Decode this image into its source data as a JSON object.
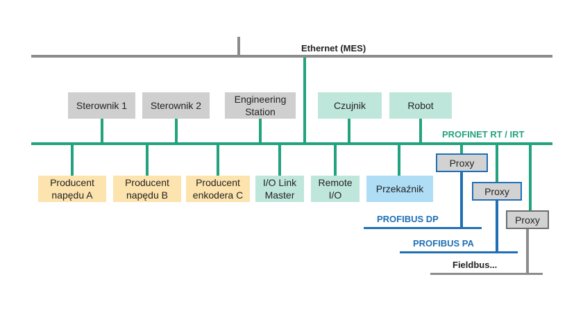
{
  "networks": {
    "ethernet": "Ethernet (MES)",
    "profinet": "PROFINET RT / IRT",
    "profibus_dp": "PROFIBUS DP",
    "profibus_pa": "PROFIBUS PA",
    "fieldbus": "Fieldbus..."
  },
  "upper_devices": [
    {
      "label": "Sterownik 1"
    },
    {
      "label": "Sterownik 2"
    },
    {
      "label": "Engineering\nStation"
    },
    {
      "label": "Czujnik"
    },
    {
      "label": "Robot"
    }
  ],
  "lower_devices": [
    {
      "label": "Producent\nnapędu A"
    },
    {
      "label": "Producent\nnapędu B"
    },
    {
      "label": "Producent\nenkodera C"
    },
    {
      "label": "I/O Link\nMaster"
    },
    {
      "label": "Remote\nI/O"
    },
    {
      "label": "Przekaźnik"
    }
  ],
  "proxies": [
    {
      "label": "Proxy"
    },
    {
      "label": "Proxy"
    },
    {
      "label": "Proxy"
    }
  ],
  "colors": {
    "ethernet": "#8c8c8c",
    "profinet": "#23a27e",
    "profibus": "#1f6fb5"
  }
}
